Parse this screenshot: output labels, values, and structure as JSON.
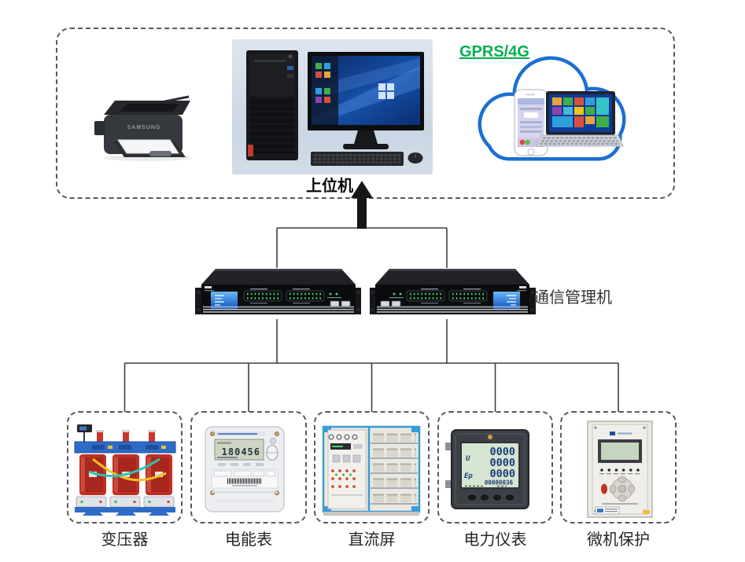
{
  "host_station": {
    "label": "上位机",
    "network_label": "GPRS/4G",
    "printer_brand": "SAMSUNG"
  },
  "comm_manager": {
    "label": "通信管理机"
  },
  "field_devices": [
    {
      "name": "transformer",
      "label": "变压器"
    },
    {
      "name": "energy-meter",
      "label": "电能表"
    },
    {
      "name": "dc-panel",
      "label": "直流屏"
    },
    {
      "name": "power-meter",
      "label": "电力仪表"
    },
    {
      "name": "microcomputer-protection",
      "label": "微机保护"
    }
  ],
  "device_displays": {
    "energy_meter_reading": "180456",
    "power_meter": {
      "u": "U",
      "ep": "Ep",
      "v1": "0000",
      "v2": "0000",
      "v3": "0000",
      "energy_total": "00000036"
    }
  },
  "colors": {
    "background": "#ffffff",
    "connector_line": "#3f3f3f",
    "dashed_border": "#5a5a5a",
    "network_green": "#00b050",
    "cloud_blue": "#1b6fd4",
    "label_text": "#262626"
  }
}
